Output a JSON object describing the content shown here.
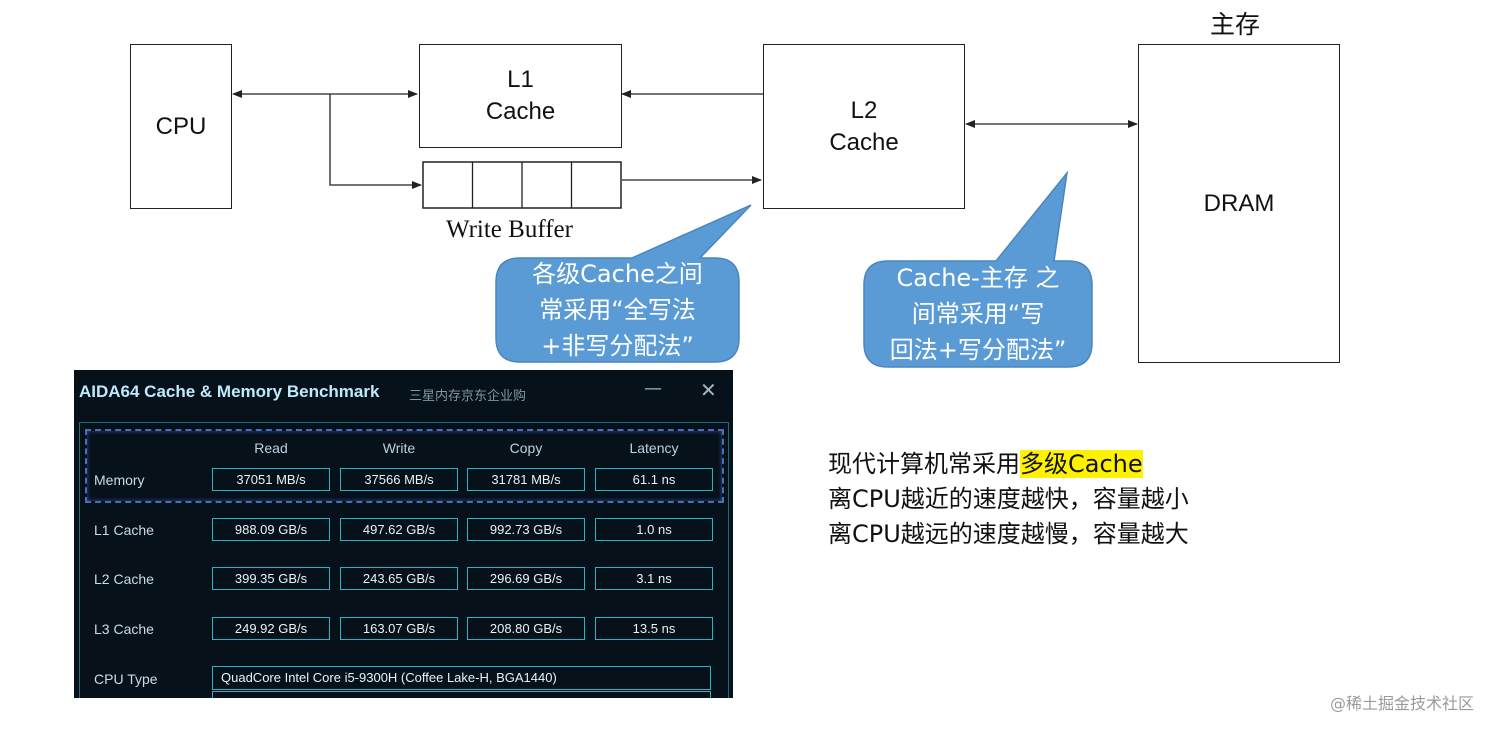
{
  "diagram": {
    "cpu": "CPU",
    "l1": [
      "L1",
      "Cache"
    ],
    "l2": [
      "L2",
      "Cache"
    ],
    "dram": "DRAM",
    "main_memory_label": "主存",
    "write_buffer_label": "Write Buffer",
    "callout1": [
      "各级Cache之间",
      "常采用“全写法",
      "+非写分配法”"
    ],
    "callout2": [
      "Cache-主存 之",
      "间常采用“写",
      "回法+写分配法”"
    ],
    "callout_color": "#5b9bd5"
  },
  "notes": {
    "line1_prefix": "现代计算机常采用",
    "line1_highlight": "多级Cache",
    "line2": "离CPU越近的速度越快，容量越小",
    "line3": "离CPU越远的速度越慢，容量越大",
    "highlight_color": "#fff200"
  },
  "benchmark": {
    "title": "AIDA64 Cache & Memory Benchmark",
    "subtitle": "三星内存京东企业购",
    "minimize": "—",
    "close": "✕",
    "columns": [
      "Read",
      "Write",
      "Copy",
      "Latency"
    ],
    "rows": [
      {
        "label": "Memory",
        "values": [
          "37051 MB/s",
          "37566 MB/s",
          "31781 MB/s",
          "61.1 ns"
        ]
      },
      {
        "label": "L1 Cache",
        "values": [
          "988.09 GB/s",
          "497.62 GB/s",
          "992.73 GB/s",
          "1.0 ns"
        ]
      },
      {
        "label": "L2 Cache",
        "values": [
          "399.35 GB/s",
          "243.65 GB/s",
          "296.69 GB/s",
          "3.1 ns"
        ]
      },
      {
        "label": "L3 Cache",
        "values": [
          "249.92 GB/s",
          "163.07 GB/s",
          "208.80 GB/s",
          "13.5 ns"
        ]
      }
    ],
    "cpu_type_label": "CPU Type",
    "cpu_type_value": "QuadCore Intel Core i5-9300H  (Coffee Lake-H, BGA1440)"
  },
  "watermark": "@稀土掘金技术社区"
}
